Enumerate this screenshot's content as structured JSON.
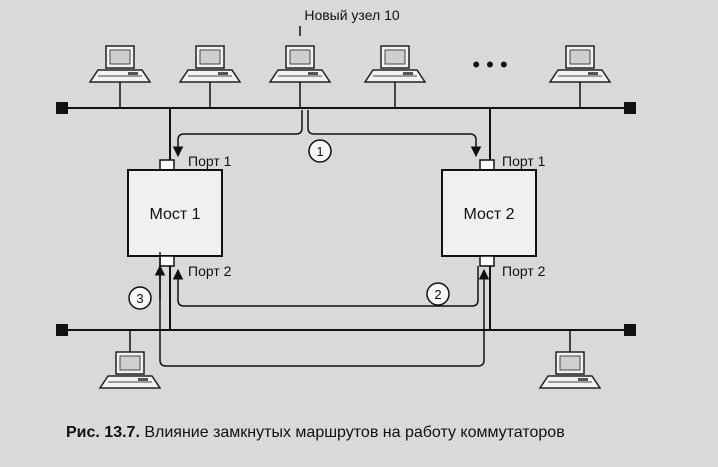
{
  "diagram": {
    "top_label": "Новый узел 10",
    "bridges": [
      {
        "name": "Мост 1",
        "port_top": "Порт 1",
        "port_bottom": "Порт 2"
      },
      {
        "name": "Мост 2",
        "port_top": "Порт 1",
        "port_bottom": "Порт 2"
      }
    ],
    "path_markers": [
      "1",
      "2",
      "3"
    ],
    "ellipsis": "• • •",
    "icons": [
      "computer-icon",
      "bridge-icon",
      "segment-terminator-icon"
    ]
  },
  "caption": {
    "figure_label": "Рис. 13.7.",
    "text": "Влияние замкнутых маршрутов на работу коммутаторов"
  }
}
